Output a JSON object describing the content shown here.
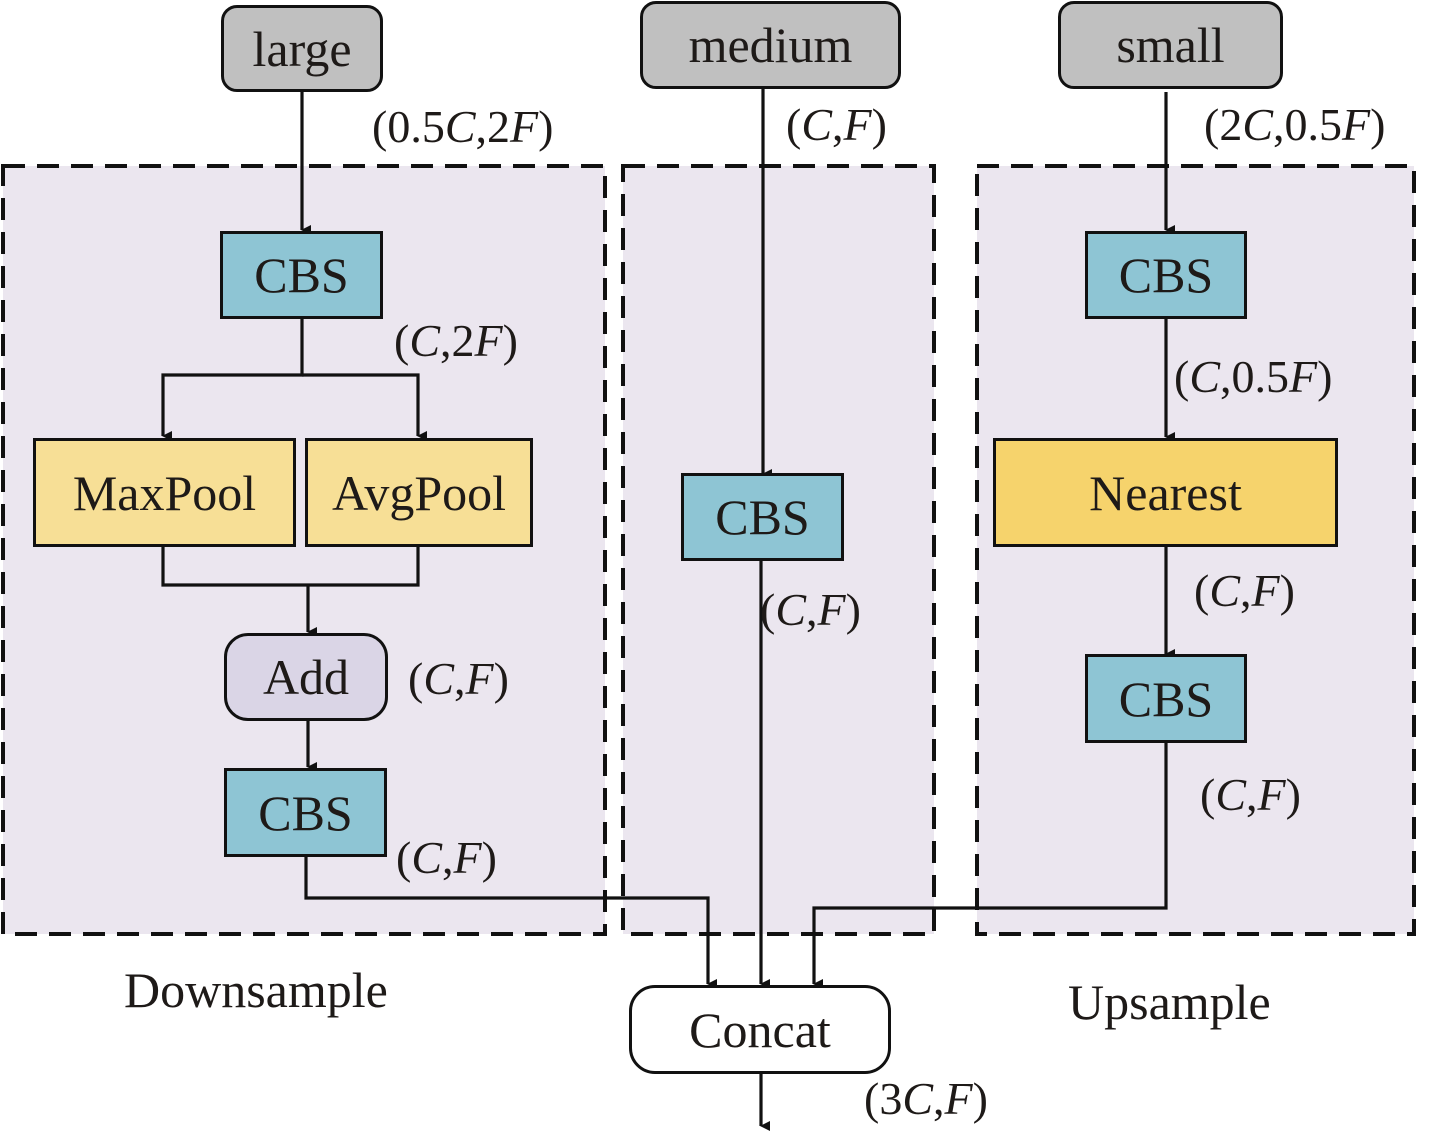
{
  "inputs": {
    "large": "large",
    "medium": "medium",
    "small": "small"
  },
  "downsample": {
    "title": "Downsample",
    "input_dim": "(0.5C,2F)",
    "cbs1": "CBS",
    "cbs1_dim": "(C,2F)",
    "maxpool": "MaxPool",
    "avgpool": "AvgPool",
    "add": "Add",
    "add_dim": "(C,F)",
    "cbs2": "CBS",
    "cbs2_dim": "(C,F)"
  },
  "middle": {
    "input_dim": "(C,F)",
    "cbs": "CBS",
    "cbs_dim": "(C,F)"
  },
  "upsample": {
    "title": "Upsample",
    "input_dim": "(2C,0.5F)",
    "cbs1": "CBS",
    "cbs1_dim": "(C,0.5F)",
    "nearest": "Nearest",
    "nearest_dim": "(C,F)",
    "cbs2": "CBS",
    "cbs2_dim": "(C,F)"
  },
  "output": {
    "concat": "Concat",
    "concat_dim": "(3C,F)"
  },
  "colors": {
    "input_box": "#c0c0c0",
    "cbs": "#8ec5d4",
    "pool": "#f7df96",
    "nearest": "#f6d36c",
    "add": "#dad5e6",
    "panel": "#ebe6ef"
  }
}
